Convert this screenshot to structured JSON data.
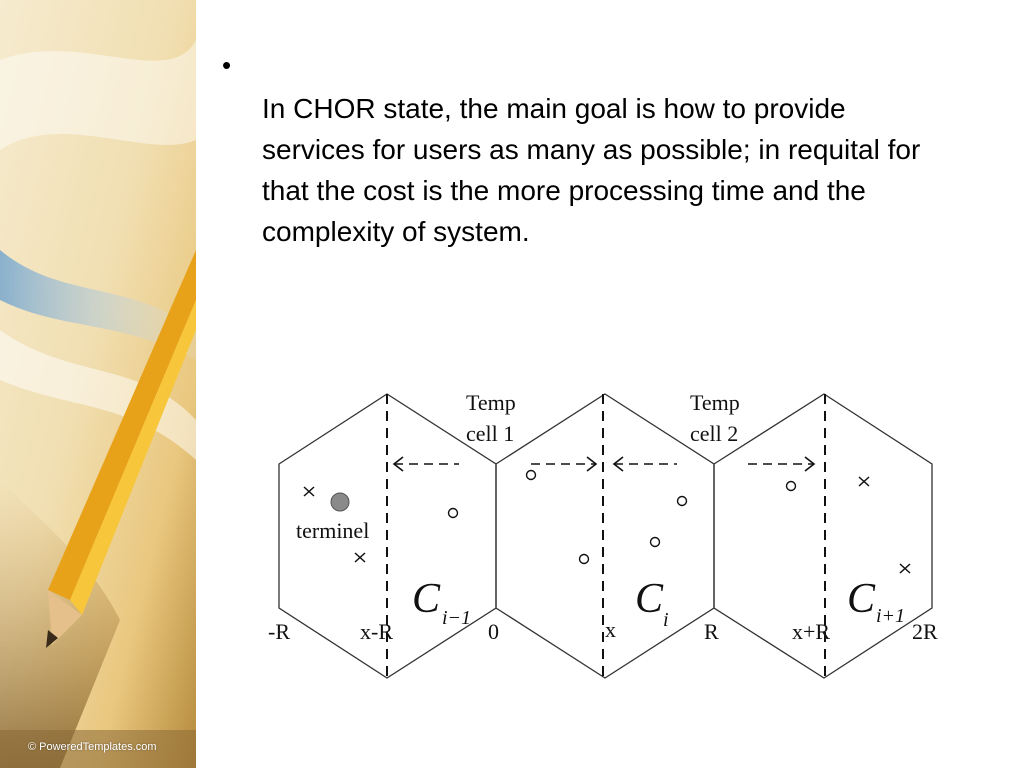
{
  "slide": {
    "bullet": "•",
    "paragraph": "In CHOR state, the main goal is how to provide services for users as many as possible; in requital for that the cost is the more processing time and the complexity of system.",
    "credit": "© PoweredTemplates.com"
  },
  "diagram": {
    "temp_cell_1": [
      "Temp",
      "cell 1"
    ],
    "temp_cell_2": [
      "Temp",
      "cell 2"
    ],
    "terminal_label": "terminel",
    "cells": [
      {
        "base": "C",
        "sub": "i−1"
      },
      {
        "base": "C",
        "sub": "i"
      },
      {
        "base": "C",
        "sub": "i+1"
      }
    ],
    "axis_labels": [
      "-R",
      "x-R",
      "0",
      "x",
      "R",
      "x+R",
      "2R"
    ],
    "colors": {
      "stroke": "#333333",
      "terminal": "#8a8a8a"
    }
  }
}
